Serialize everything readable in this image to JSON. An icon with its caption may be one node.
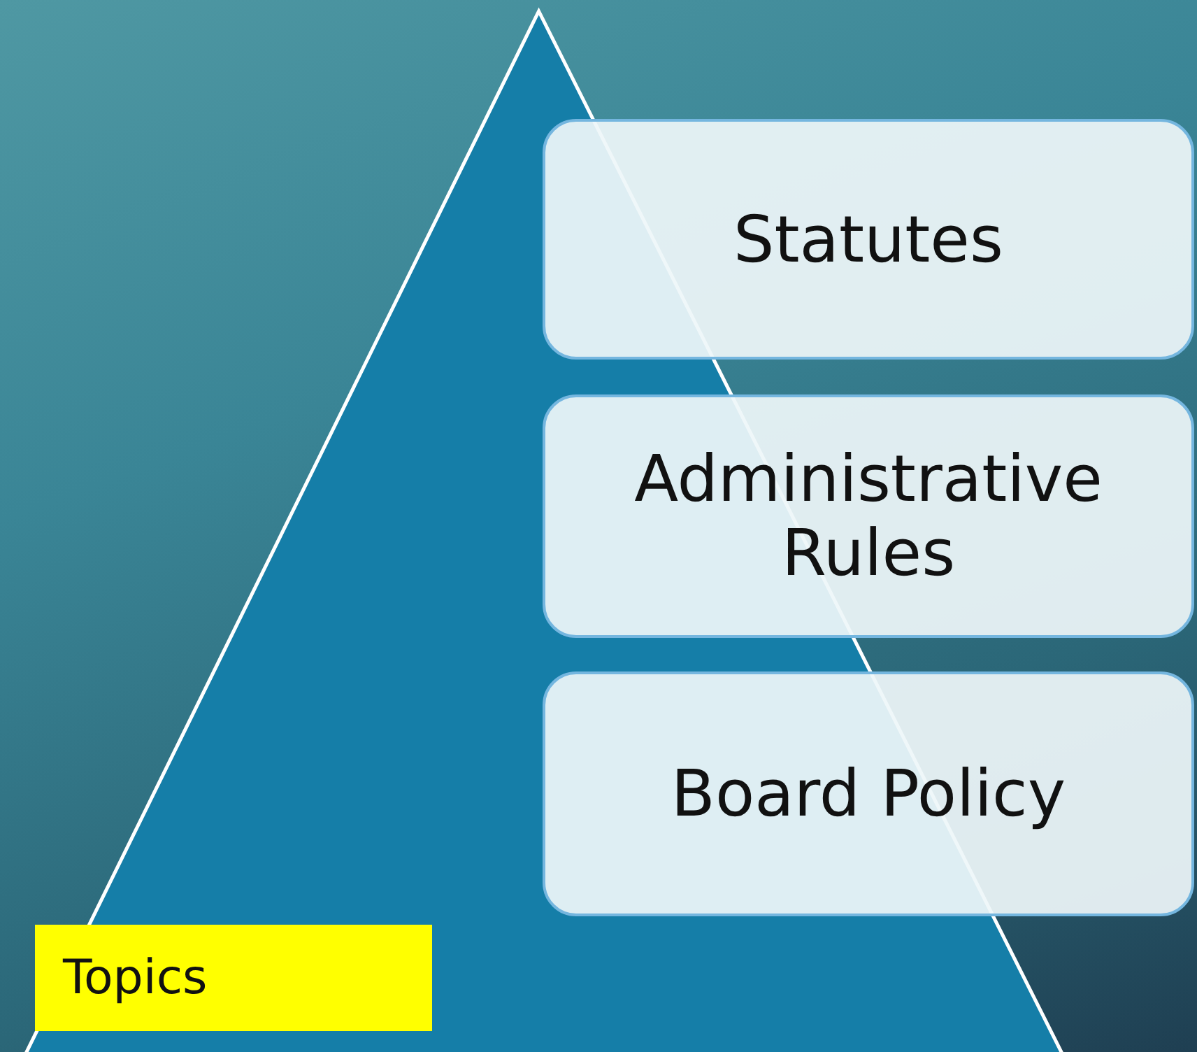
{
  "diagram": {
    "nodes": [
      {
        "text": [],
        "shape": "triangle"
      },
      {
        "text": [
          "Statutes"
        ]
      },
      {
        "text": [
          "Administrative Rules"
        ]
      },
      {
        "text": [
          "Board Policy"
        ]
      },
      {
        "text": [
          "Topics"
        ],
        "in": 0
      }
    ]
  }
}
